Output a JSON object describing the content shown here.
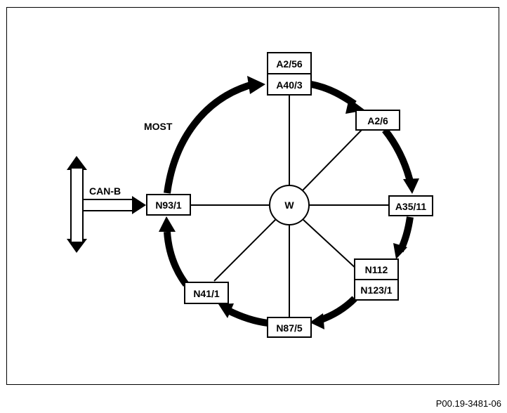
{
  "diagram": {
    "hub_label": "W",
    "ring_label": "MOST",
    "bus_label": "CAN-B",
    "nodes": {
      "a2_56": "A2/56",
      "a40_3": "A40/3",
      "a2_6": "A2/6",
      "a35_11": "A35/11",
      "n112": "N112",
      "n123_1": "N123/1",
      "n87_5": "N87/5",
      "n41_1": "N41/1",
      "n93_1": "N93/1"
    },
    "colors": {
      "line": "#000000",
      "background": "#ffffff"
    }
  },
  "figure_id": "P00.19-3481-06"
}
